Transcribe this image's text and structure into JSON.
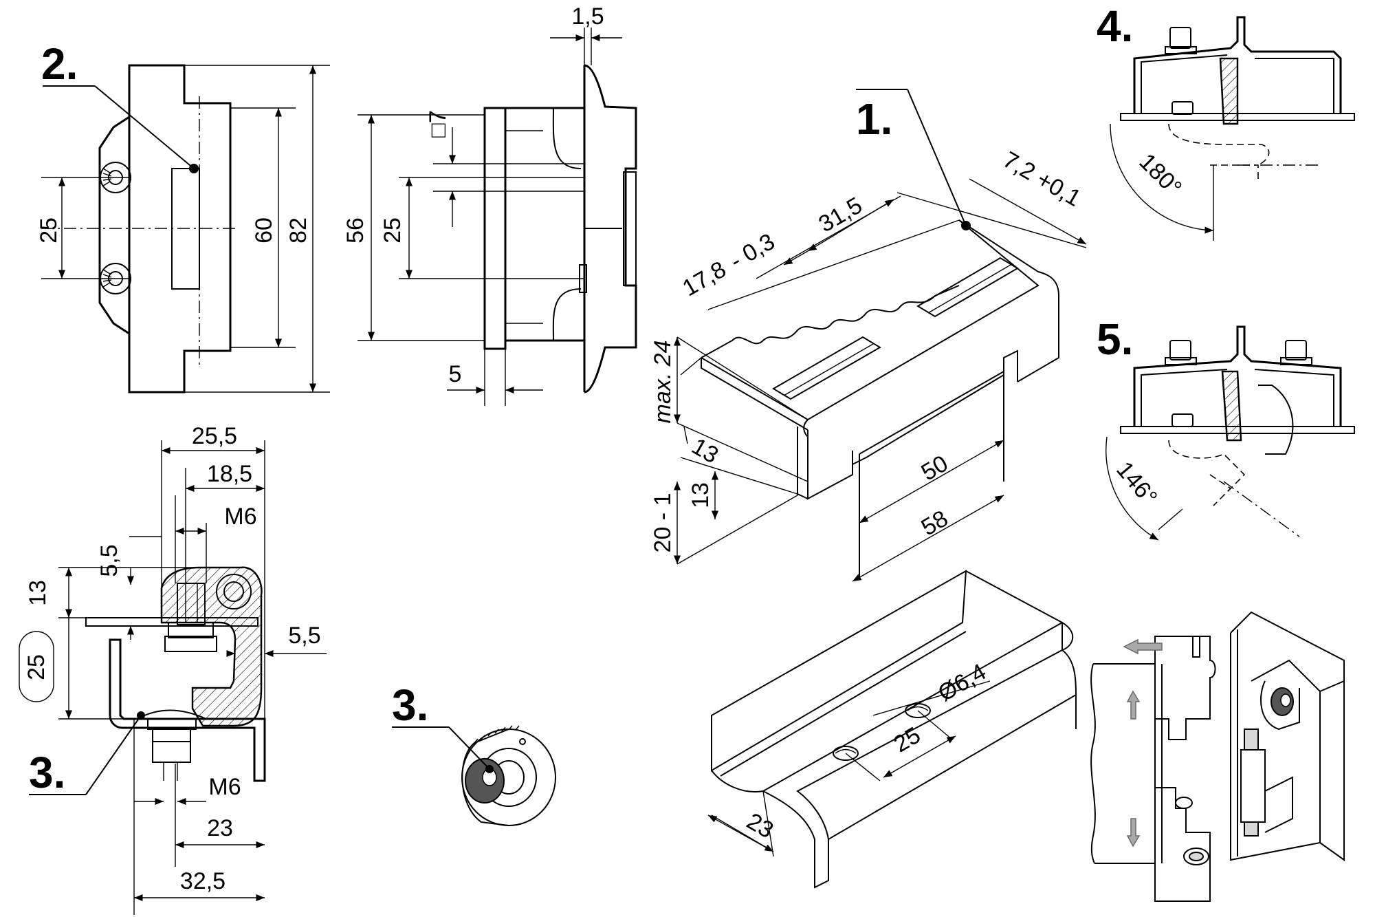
{
  "callouts": {
    "c1": "1.",
    "c2": "2.",
    "c3a": "3.",
    "c3b": "3.",
    "c4": "4.",
    "c5": "5."
  },
  "dims": {
    "front_82": "82",
    "front_60": "60",
    "front_25": "25",
    "side_1_5": "1,5",
    "side_sq7": "□7",
    "side_56": "56",
    "side_25": "25",
    "side_5": "5",
    "sec_25_5": "25,5",
    "sec_18_5": "18,5",
    "sec_m6_top": "M6",
    "sec_5_5_a": "5,5",
    "sec_13": "13",
    "sec_25_box": "25",
    "sec_5_5_b": "5,5",
    "sec_m6_bot": "M6",
    "sec_23": "23",
    "sec_32_5": "32,5",
    "iso_31_5": "31,5",
    "iso_17_8": "17,8",
    "iso_tol": "- 0,3",
    "iso_7_2": "7,2 +0,1",
    "iso_max24": "max. 24",
    "iso_13_a": "13",
    "iso_13_b": "13",
    "iso_20": "20 - 1",
    "iso_50": "50",
    "iso_58": "58",
    "iso_dia": "Ø6,4",
    "iso_25": "25",
    "iso_23": "23",
    "angle_180": "180°",
    "angle_146": "146°"
  }
}
